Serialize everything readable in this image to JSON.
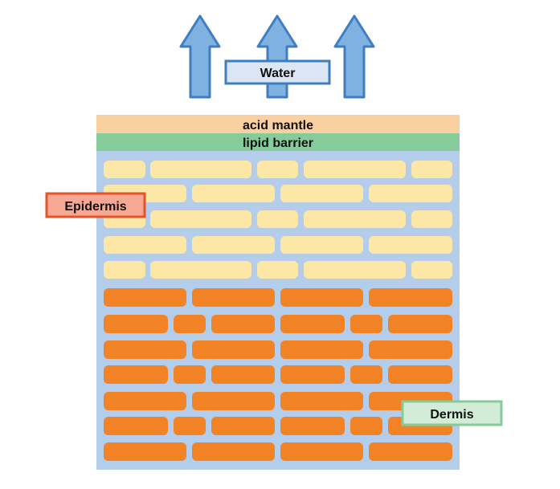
{
  "labels": {
    "water": "Water",
    "acid_mantle": "acid mantle",
    "lipid_barrier": "lipid barrier",
    "epidermis": "Epidermis",
    "dermis": "Dermis"
  },
  "arrows": {
    "count": 3,
    "direction": "up"
  },
  "colors": {
    "arrow_fill": "#7fb2e0",
    "arrow_stroke": "#3f7dc0",
    "water_box_fill": "#dbe6f5",
    "water_box_stroke": "#3f7dc0",
    "acid_mantle": "#fbd0a0",
    "lipid_barrier": "#86cc9a",
    "skin_background": "#b3cdea",
    "epidermis_bricks": "#fde7a6",
    "dermis_bricks": "#f28226",
    "epidermis_label_fill": "#f6a894",
    "epidermis_label_stroke": "#e4542a",
    "dermis_label_fill": "#d2ecd8",
    "dermis_label_stroke": "#86cc9a"
  },
  "layers": {
    "epidermis_brick_rows": 5,
    "dermis_brick_rows": 7
  }
}
